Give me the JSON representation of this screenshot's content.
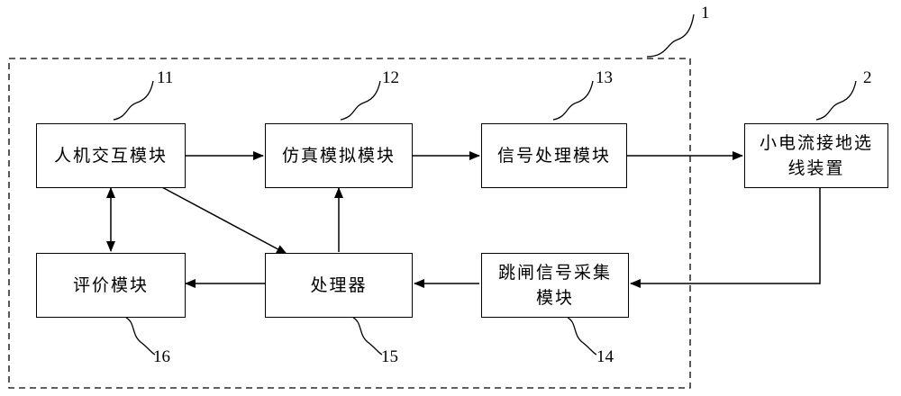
{
  "system": {
    "ref": "1"
  },
  "blocks": {
    "hci": {
      "label": "人机交互模块",
      "ref": "11"
    },
    "sim": {
      "label": "仿真模拟模块",
      "ref": "12"
    },
    "signal": {
      "label": "信号处理模块",
      "ref": "13"
    },
    "line_select": {
      "line1": "小电流接地选",
      "line2": "线装置",
      "ref": "2"
    },
    "eval": {
      "label": "评价模块",
      "ref": "16"
    },
    "processor": {
      "label": "处理器",
      "ref": "15"
    },
    "trip": {
      "line1": "跳闸信号采集",
      "line2": "模块",
      "ref": "14"
    }
  }
}
